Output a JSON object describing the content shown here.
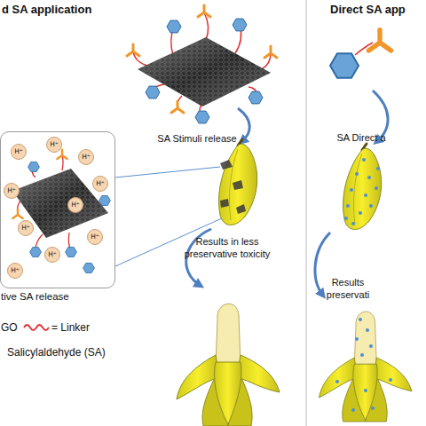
{
  "diagram": {
    "nodes": [
      {
        "text": [
          "d SA application"
        ]
      },
      {
        "text": [
          "Direct SA app"
        ]
      },
      {
        "text": [
          "tive SA release"
        ],
        "in": 0
      },
      {
        "text": [
          "H⁺"
        ],
        "in": 2
      },
      {
        "text": [
          "H⁺"
        ],
        "in": 2
      },
      {
        "text": [
          "H⁺"
        ],
        "in": 2
      },
      {
        "text": [
          "H⁺"
        ],
        "in": 2
      },
      {
        "text": [
          "H⁺"
        ],
        "in": 2
      },
      {
        "text": [
          "H⁺"
        ],
        "in": 2
      },
      {
        "text": [
          "H⁺"
        ],
        "in": 2
      },
      {
        "text": [
          "H⁺"
        ],
        "in": 2
      },
      {
        "text": [
          "H⁺"
        ],
        "in": 2
      },
      {
        "text": [
          "H⁺"
        ],
        "in": 2
      }
    ],
    "labels": [
      "SA Stimuli release",
      "Results in less preservative toxicity",
      "SA Direct a",
      "Results preservati"
    ],
    "legend": [
      {
        "text": "GO"
      },
      {
        "text": "= Linker"
      },
      {
        "text": "Salicylaldehyde (SA)"
      }
    ]
  }
}
